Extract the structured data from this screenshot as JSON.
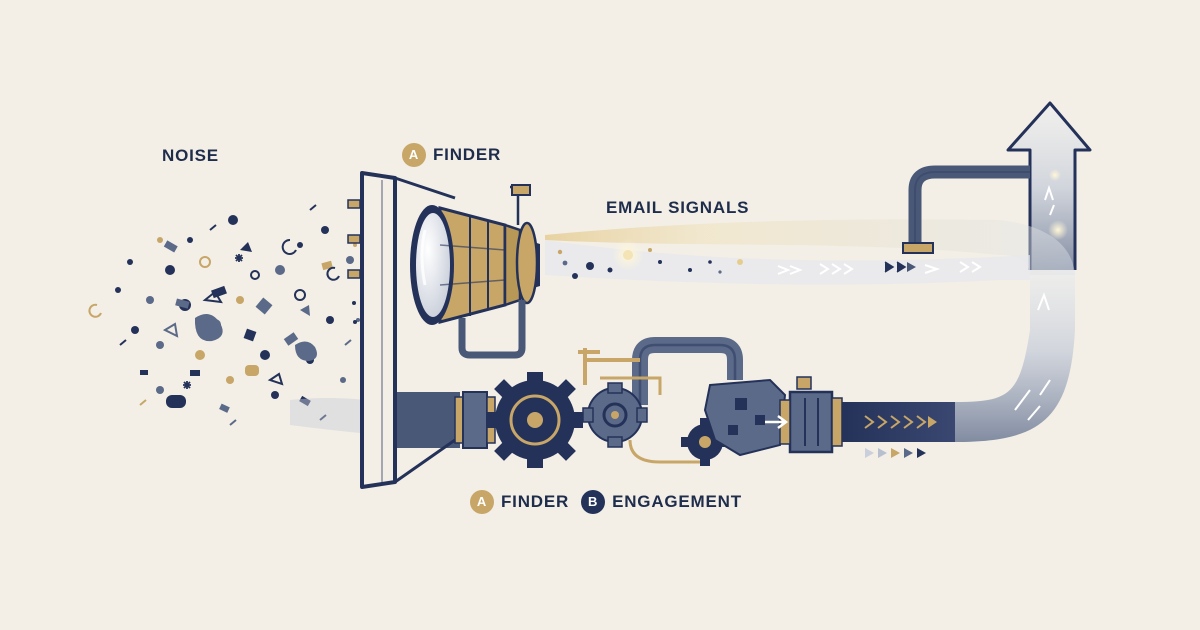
{
  "labels": {
    "noise": "NOISE",
    "finder_top": {
      "badge": "A",
      "text": "FINDER"
    },
    "email_signals": "EMAIL SIGNALS",
    "bottom": {
      "a": {
        "badge": "A",
        "text": "FINDER"
      },
      "b": {
        "badge": "B",
        "text": "ENGAGEMENT"
      }
    }
  },
  "colors": {
    "navy": "#24325a",
    "slate": "#5b6a88",
    "gold": "#c7a668",
    "background": "#f3efe6"
  },
  "icons": [
    "noise-particles",
    "funnel-screen",
    "lens-filter",
    "gear-icon",
    "pipe",
    "up-arrow-icon"
  ]
}
